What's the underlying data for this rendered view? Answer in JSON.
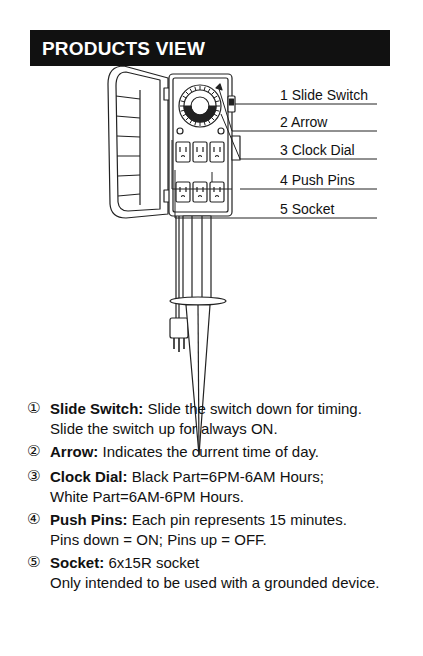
{
  "diagram": {
    "title": "PRODUCTS VIEW",
    "labels": [
      "1 Slide Switch",
      "2 Arrow",
      "3 Clock Dial",
      "4 Push Pins",
      "5 Socket",
      "①",
      "Slide Switch:",
      "Slide the switch down for timing. Slide the switch up for always ON.",
      "②",
      "Arrow:",
      "Indicates the current time of day.",
      "③",
      "Clock Dial:",
      "Black Part=6PM-6AM Hours;",
      "White Part=6AM-6PM Hours.",
      "④",
      "Push Pins:",
      "Each pin represents 15 minutes.",
      "Pins down = ON; Pins up = OFF.",
      "⑤",
      "Socket:",
      "6x15R socket",
      "Only intended to be used with a grounded device."
    ]
  }
}
